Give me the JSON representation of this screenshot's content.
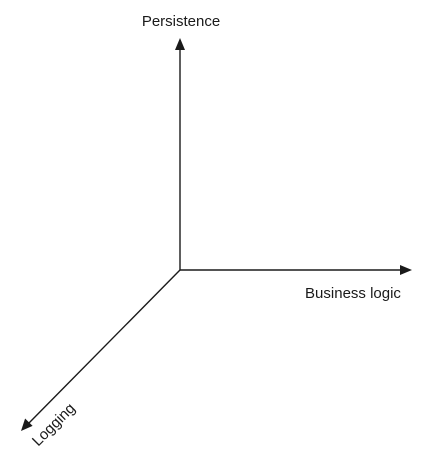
{
  "diagram": {
    "axes": {
      "vertical": {
        "label": "Persistence"
      },
      "horizontal": {
        "label": "Business logic"
      },
      "diagonal": {
        "label": "Logging"
      }
    }
  }
}
